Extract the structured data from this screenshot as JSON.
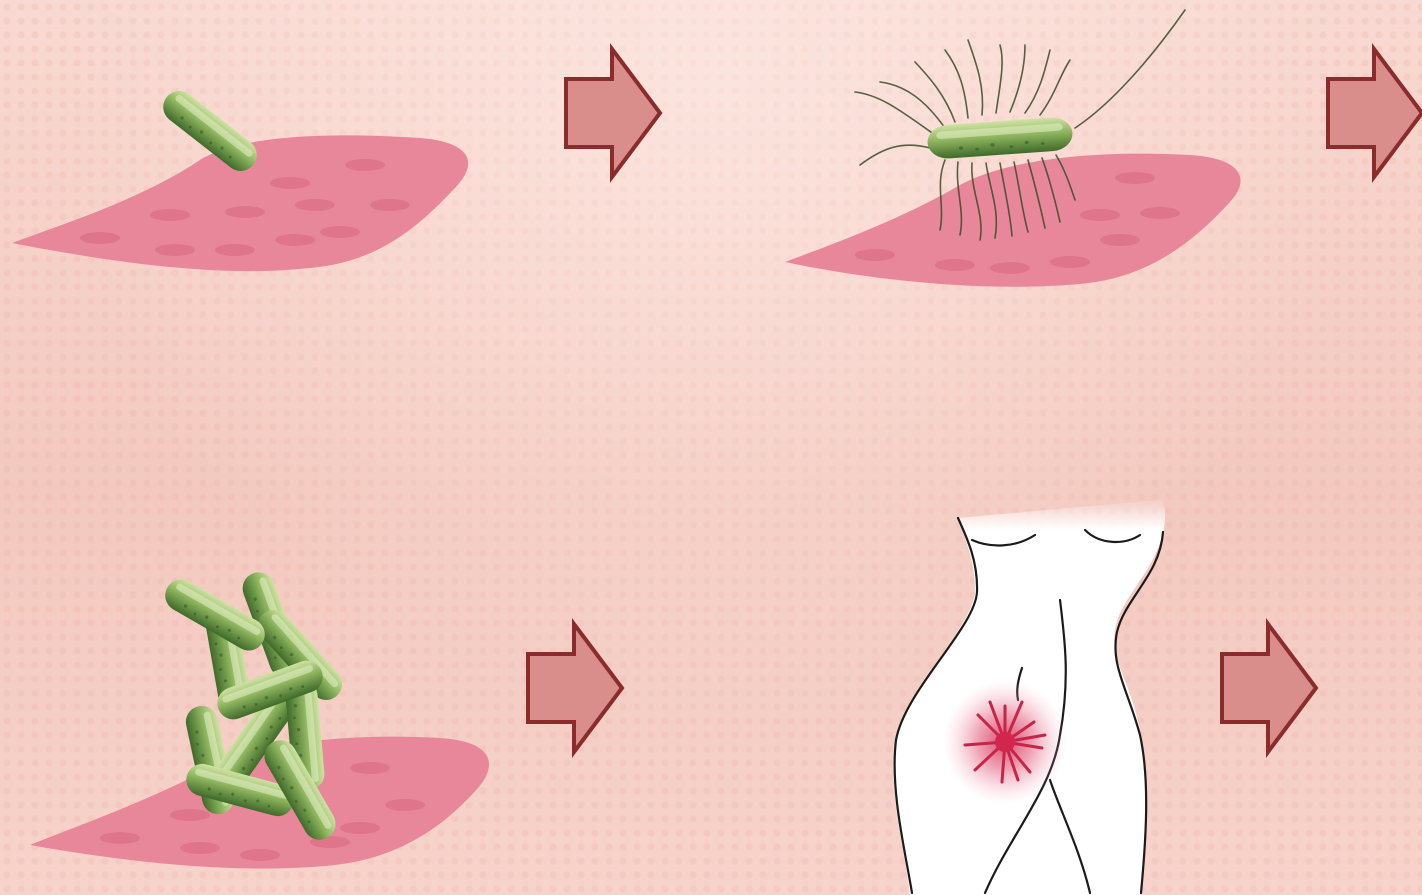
{
  "diagram": {
    "steps": [
      {
        "id": "step-1",
        "name": "adhesion"
      },
      {
        "id": "step-2",
        "name": "pili-attachment"
      },
      {
        "id": "step-3",
        "name": "colonization"
      },
      {
        "id": "step-4",
        "name": "infection"
      }
    ],
    "arrow_count": 4
  },
  "icons": {
    "arrow": "block-arrow-right-icon",
    "bacterium": "rod-bacterium-icon",
    "tissue": "epithelium-tissue-icon",
    "body": "female-torso-icon",
    "inflammation": "inflammation-burst-icon"
  },
  "colors": {
    "background": "#f6d3cb",
    "tissue": "#e9879a",
    "tissue_bump": "#db6f85",
    "bacterium_light": "#b7d08a",
    "bacterium_dark": "#4e7a34",
    "arrow_fill": "#d98e8c",
    "arrow_stroke": "#8a2c2c",
    "inflammation": "#d2264f"
  }
}
